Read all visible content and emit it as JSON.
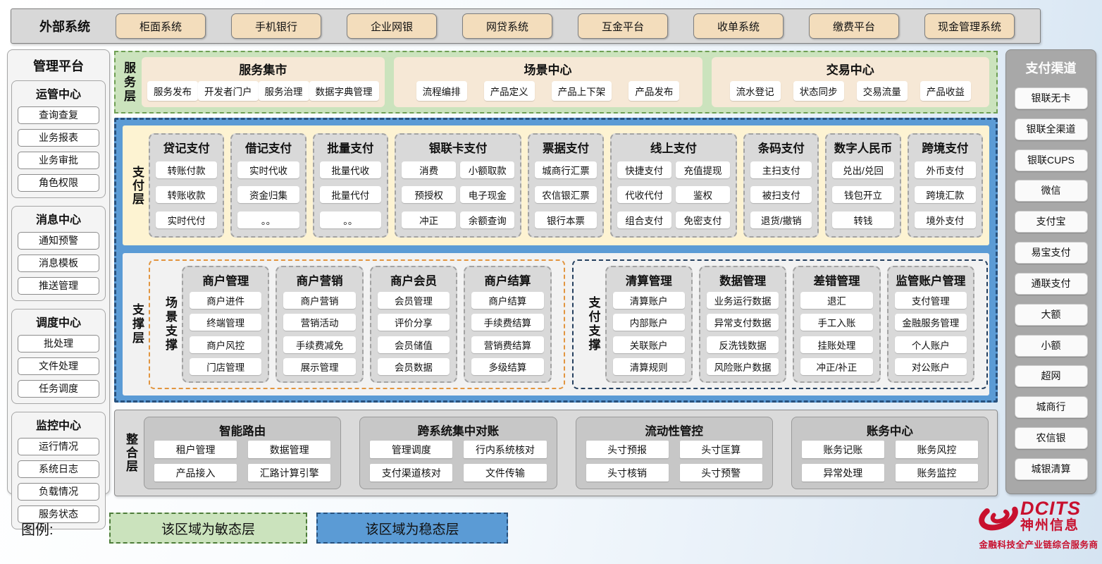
{
  "external_systems": {
    "label": "外部系统",
    "items": [
      "柜面系统",
      "手机银行",
      "企业网银",
      "网贷系统",
      "互金平台",
      "收单系统",
      "缴费平台",
      "现金管理系统"
    ]
  },
  "management_platform": {
    "title": "管理平台",
    "groups": [
      {
        "title": "运管中心",
        "items": [
          "查询查复",
          "业务报表",
          "业务审批",
          "角色权限"
        ]
      },
      {
        "title": "消息中心",
        "items": [
          "通知预警",
          "消息模板",
          "推送管理"
        ]
      },
      {
        "title": "调度中心",
        "items": [
          "批处理",
          "文件处理",
          "任务调度"
        ]
      },
      {
        "title": "监控中心",
        "items": [
          "运行情况",
          "系统日志",
          "负载情况",
          "服务状态"
        ]
      }
    ]
  },
  "service_layer": {
    "label": "服务层",
    "sections": [
      {
        "title": "服务集市",
        "items": [
          "服务发布",
          "开发者门户",
          "服务治理",
          "数据字典管理"
        ]
      },
      {
        "title": "场景中心",
        "items": [
          "流程编排",
          "产品定义",
          "产品上下架",
          "产品发布"
        ]
      },
      {
        "title": "交易中心",
        "items": [
          "流水登记",
          "状态同步",
          "交易流量",
          "产品收益"
        ]
      }
    ]
  },
  "payment_layer": {
    "label": "支付层",
    "columns": [
      {
        "title": "贷记支付",
        "cols": 1,
        "items": [
          "转账付款",
          "转账收款",
          "实时代付"
        ]
      },
      {
        "title": "借记支付",
        "cols": 1,
        "items": [
          "实时代收",
          "资金归集",
          "。。"
        ]
      },
      {
        "title": "批量支付",
        "cols": 1,
        "items": [
          "批量代收",
          "批量代付",
          "。。"
        ]
      },
      {
        "title": "银联卡支付",
        "cols": 2,
        "items": [
          "消费",
          "小额取款",
          "预授权",
          "电子现金",
          "冲正",
          "余额查询"
        ]
      },
      {
        "title": "票据支付",
        "cols": 1,
        "items": [
          "城商行汇票",
          "农信银汇票",
          "银行本票"
        ]
      },
      {
        "title": "线上支付",
        "cols": 2,
        "items": [
          "快捷支付",
          "充值提现",
          "代收代付",
          "鉴权",
          "组合支付",
          "免密支付"
        ]
      },
      {
        "title": "条码支付",
        "cols": 1,
        "items": [
          "主扫支付",
          "被扫支付",
          "退货/撤销"
        ]
      },
      {
        "title": "数字人民币",
        "cols": 1,
        "items": [
          "兑出/兑回",
          "钱包开立",
          "转钱"
        ]
      },
      {
        "title": "跨境支付",
        "cols": 1,
        "items": [
          "外币支付",
          "跨境汇款",
          "境外支付"
        ]
      }
    ]
  },
  "support_layer": {
    "label": "支撑层",
    "groups": [
      {
        "label": "场景支撑",
        "columns": [
          {
            "title": "商户管理",
            "items": [
              "商户进件",
              "终端管理",
              "商户风控",
              "门店管理"
            ]
          },
          {
            "title": "商户营销",
            "items": [
              "商户营销",
              "营销活动",
              "手续费减免",
              "展示管理"
            ]
          },
          {
            "title": "商户会员",
            "items": [
              "会员管理",
              "评价分享",
              "会员储值",
              "会员数据"
            ]
          },
          {
            "title": "商户结算",
            "items": [
              "商户结算",
              "手续费结算",
              "营销费结算",
              "多级结算"
            ]
          }
        ]
      },
      {
        "label": "支付支撑",
        "columns": [
          {
            "title": "清算管理",
            "items": [
              "清算账户",
              "内部账户",
              "关联账户",
              "清算规则"
            ]
          },
          {
            "title": "数据管理",
            "items": [
              "业务运行数据",
              "异常支付数据",
              "反洗钱数据",
              "风险账户数据"
            ]
          },
          {
            "title": "差错管理",
            "items": [
              "退汇",
              "手工入账",
              "挂账处理",
              "冲正/补正"
            ]
          },
          {
            "title": "监管账户管理",
            "items": [
              "支付管理",
              "金融服务管理",
              "个人账户",
              "对公账户"
            ]
          }
        ]
      }
    ]
  },
  "integration_layer": {
    "label": "整合层",
    "sections": [
      {
        "title": "智能路由",
        "items": [
          "租户管理",
          "数据管理",
          "产品接入",
          "汇路计算引擎"
        ]
      },
      {
        "title": "跨系统集中对账",
        "items": [
          "管理调度",
          "行内系统核对",
          "支付渠道核对",
          "文件传输"
        ]
      },
      {
        "title": "流动性管控",
        "items": [
          "头寸预报",
          "头寸匡算",
          "头寸核销",
          "头寸预警"
        ]
      },
      {
        "title": "账务中心",
        "items": [
          "账务记账",
          "账务风控",
          "异常处理",
          "账务监控"
        ]
      }
    ]
  },
  "payment_channels": {
    "title": "支付渠道",
    "items": [
      "银联无卡",
      "银联全渠道",
      "银联CUPS",
      "微信",
      "支付宝",
      "易宝支付",
      "通联支付",
      "大额",
      "小额",
      "超网",
      "城商行",
      "农信银",
      "城银清算"
    ]
  },
  "legend": {
    "label": "图例:",
    "agile": "该区域为敏态层",
    "stable": "该区域为稳态层"
  },
  "logo": {
    "name": "DCITS",
    "company": "神州信息",
    "slogan": "金融科技全产业链综合服务商"
  },
  "colors": {
    "agile_green": "#cbe3bd",
    "agile_border": "#6f9f54",
    "stable_blue": "#5b9bd5",
    "stable_border": "#27517e",
    "payment_cream": "#fdf3d2",
    "panel_gray": "#d9d9d9",
    "external_tan": "#f3ddbc",
    "scene_orange": "#e2953f",
    "pay_navy": "#25405f",
    "logo_red": "#c8102e"
  }
}
